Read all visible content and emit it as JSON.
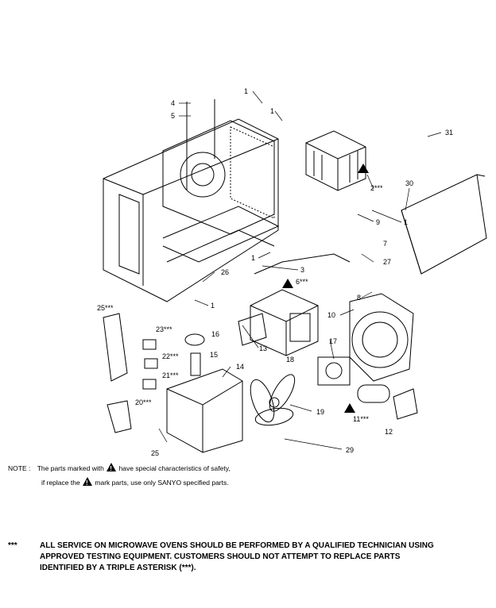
{
  "diagram": {
    "callouts": {
      "c1": "1",
      "c2": "1",
      "c3": "1",
      "c4": "1",
      "c5": "1",
      "c6": "1",
      "c2b": "2***",
      "c3b": "3",
      "c4b": "4",
      "c5b": "5",
      "c6b": "6***",
      "c7": "7",
      "c8": "8",
      "c9": "9",
      "c10": "10",
      "c11": "11***",
      "c12": "12",
      "c13": "13",
      "c14": "14",
      "c15": "15",
      "c16": "16",
      "c17": "17",
      "c18": "18",
      "c19": "19",
      "c20": "20***",
      "c21": "21***",
      "c22": "22***",
      "c23": "23***",
      "c25a": "25***",
      "c25b": "25",
      "c26": "26",
      "c27": "27",
      "c29": "29",
      "c30": "30",
      "c31": "31"
    }
  },
  "note": {
    "label": "NOTE :",
    "line1_a": "The parts marked with",
    "line1_b": "have special characteristics of safety,",
    "line2_a": "if replace the",
    "line2_b": "mark parts, use only SANYO specified parts."
  },
  "footer": {
    "marker": "***",
    "line1": "ALL SERVICE ON MICROWAVE OVENS SHOULD BE PERFORMED BY A  QUALIFIED TECHNICIAN USING",
    "line2": "APPROVED TESTING EQUIPMENT.  CUSTOMERS SHOULD NOT ATTEMPT TO REPLACE PARTS",
    "line3": "IDENTIFIED BY A TRIPLE ASTERISK (***)."
  }
}
